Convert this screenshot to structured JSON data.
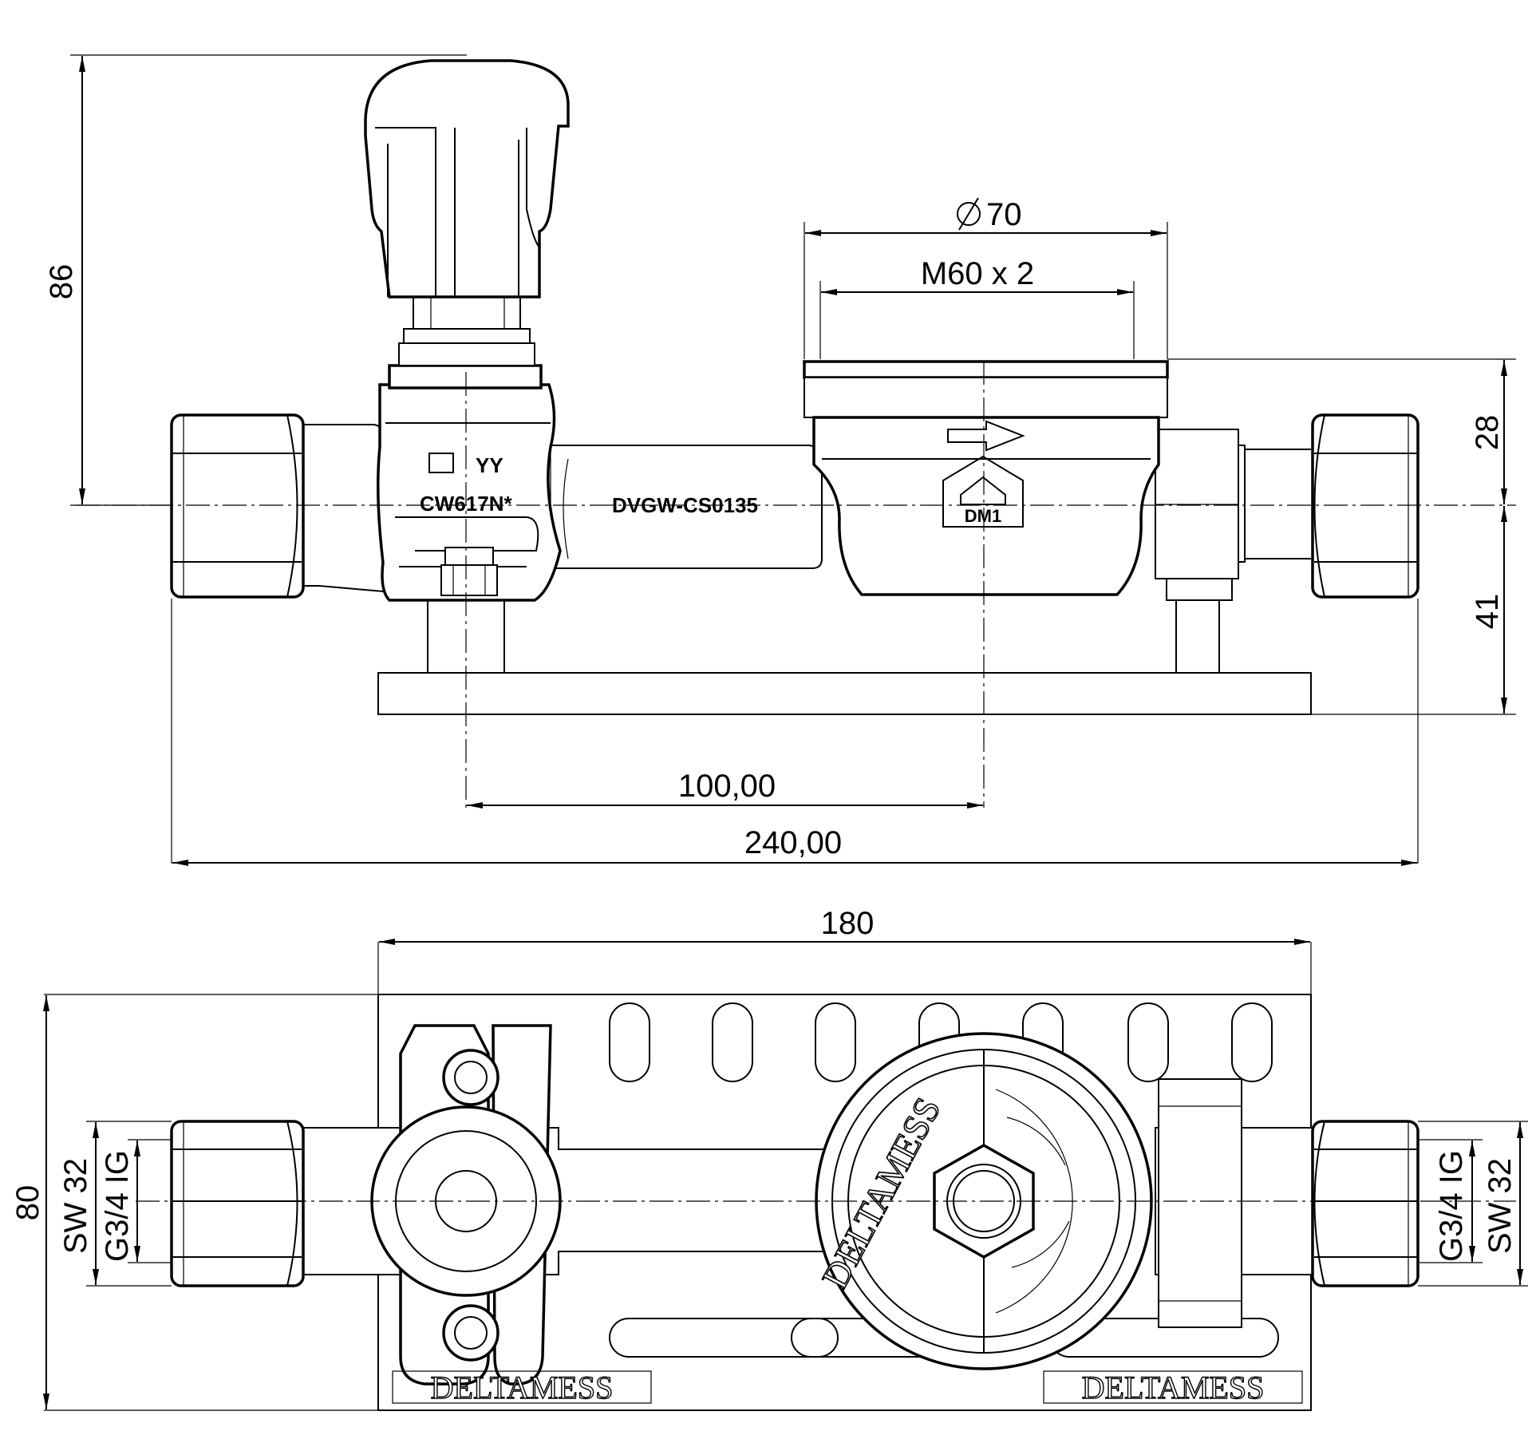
{
  "side_view": {
    "dim_height_total": "86",
    "dim_height_upper": "28",
    "dim_height_lower": "41",
    "dim_diameter": "70",
    "dim_thread": "M60 x 2",
    "dim_axis_distance": "100,00",
    "dim_overall_length": "240,00",
    "marking_yy": "YY",
    "marking_material": "CW617N*",
    "marking_approval": "DVGW-CS0135",
    "marking_dm": "DM1"
  },
  "top_view": {
    "dim_plate_width": "180",
    "dim_plate_height": "80",
    "label_wrench_left": "SW 32",
    "label_thread_left": "G3/4 IG",
    "label_wrench_right": "SW 32",
    "label_thread_right": "G3/4 IG",
    "brand_cap": "DELTAMESS",
    "brand_plate_left": "DELTAMESS",
    "brand_plate_right": "DELTAMESS"
  }
}
